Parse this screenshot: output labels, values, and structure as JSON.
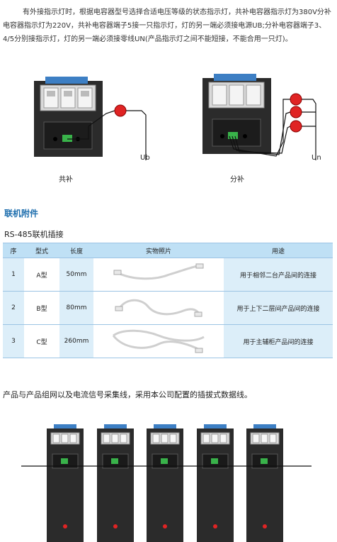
{
  "intro": {
    "text": "有外接指示灯时，根据电容器型号选择合适电压等级的状态指示灯，共补电容器指示灯为380V分补电容器指示灯为220V，共补电容器端子5接一只指示灯，灯的另一端必须接电源UB;分补电容器端子3、4/5分别接指示灯，灯的另一端必须接零线UN(产品指示灯之间不能短接，不能合用一只灯)。"
  },
  "diagrams": {
    "left_caption": "共补",
    "left_terminal": "Ub",
    "right_caption": "分补",
    "right_terminal": "Un"
  },
  "section": {
    "title": "联机附件",
    "subtitle": "RS-485联机插接"
  },
  "table": {
    "headers": [
      "序",
      "型式",
      "长度",
      "实物照片",
      "用途"
    ],
    "rows": [
      {
        "idx": "1",
        "type": "A型",
        "length": "50mm",
        "use": "用于相邻二台产品间的连接"
      },
      {
        "idx": "2",
        "type": "B型",
        "length": "80mm",
        "use": "用于上下二层间产品间的连接"
      },
      {
        "idx": "3",
        "type": "C型",
        "length": "260mm",
        "use": "用于主辅柜产品间的连接"
      }
    ]
  },
  "bottom": {
    "text": "产品与产品组网以及电流信号采集线，采用本公司配置的插拔式数据线。"
  },
  "colors": {
    "accent_blue": "#1f6fae",
    "header_blue": "#bfe0f5",
    "cell_blue": "#dceef9",
    "lamp_red": "#e02424",
    "device_dark": "#2b2b2b"
  }
}
